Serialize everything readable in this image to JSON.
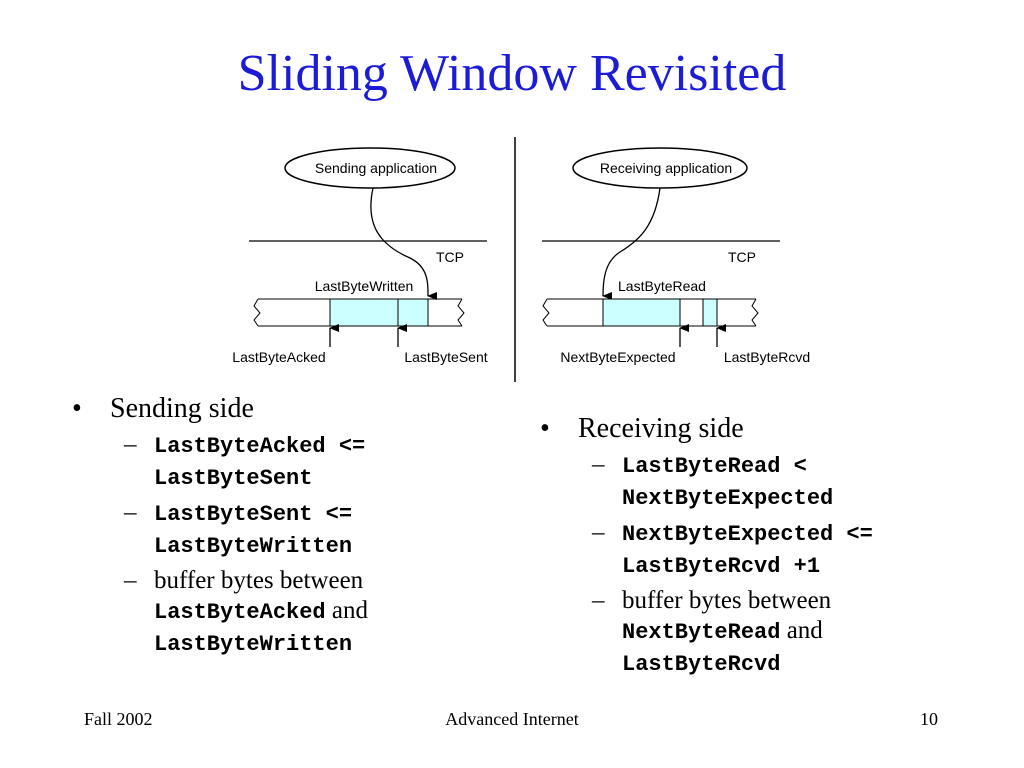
{
  "title": "Sliding Window Revisited",
  "diagram": {
    "sender": {
      "app_label": "Sending application",
      "layer_label": "TCP",
      "top_label": "LastByteWritten",
      "bottom_labels": [
        "LastByteAcked",
        "LastByteSent"
      ]
    },
    "receiver": {
      "app_label": "Receiving application",
      "layer_label": "TCP",
      "top_label": "LastByteRead",
      "bottom_labels": [
        "NextByteExpected",
        "LastByteRcvd"
      ]
    },
    "buffer_fill_color": "#ccffff"
  },
  "left": {
    "heading": "Sending side",
    "items": [
      {
        "code": "LastByteAcked <= LastByteSent"
      },
      {
        "code": "LastByteSent <= LastByteWritten"
      },
      {
        "pre": "buffer bytes between",
        "code1": "LastByteAcked",
        "mid": "and",
        "code2": "LastByteWritten"
      }
    ]
  },
  "right": {
    "heading": "Receiving side",
    "items": [
      {
        "code": "LastByteRead < NextByteExpected"
      },
      {
        "code": "NextByteExpected <= LastByteRcvd +1"
      },
      {
        "pre": "buffer bytes between",
        "code1": "NextByteRead",
        "mid": "and",
        "code2": "LastByteRcvd"
      }
    ]
  },
  "footer": {
    "left": "Fall 2002",
    "center": "Advanced Internet",
    "right": "10"
  }
}
